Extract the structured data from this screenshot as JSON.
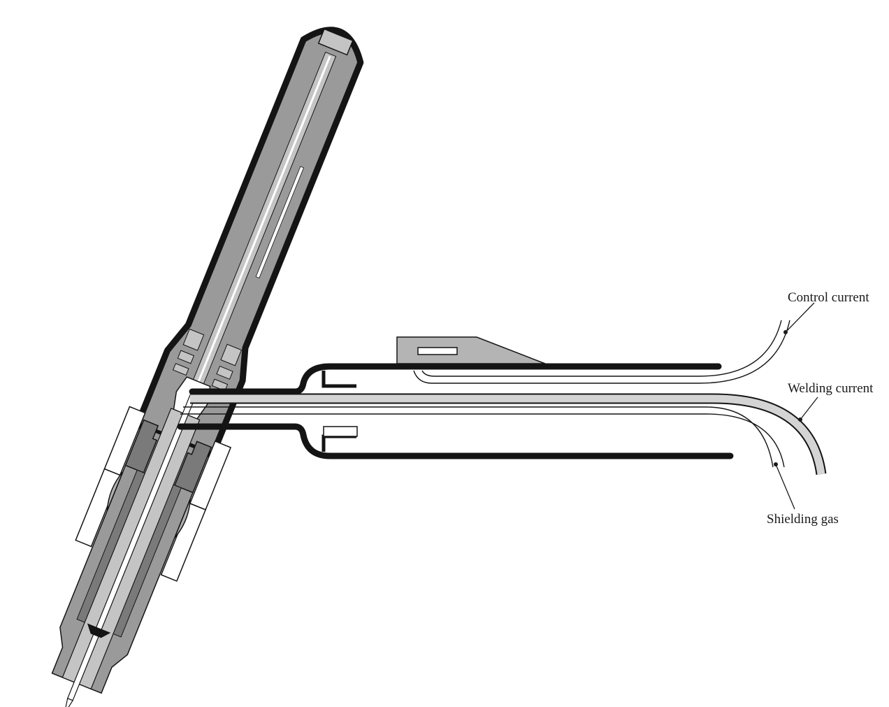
{
  "labels": {
    "control_current": "Control current",
    "welding_current": "Welding current",
    "shielding_gas": "Shielding gas"
  },
  "colors": {
    "outline": "#141414",
    "body_gray": "#9a9a9a",
    "light_gray": "#c4c4c4",
    "cable_fill": "#d4d4d4",
    "white": "#ffffff"
  }
}
